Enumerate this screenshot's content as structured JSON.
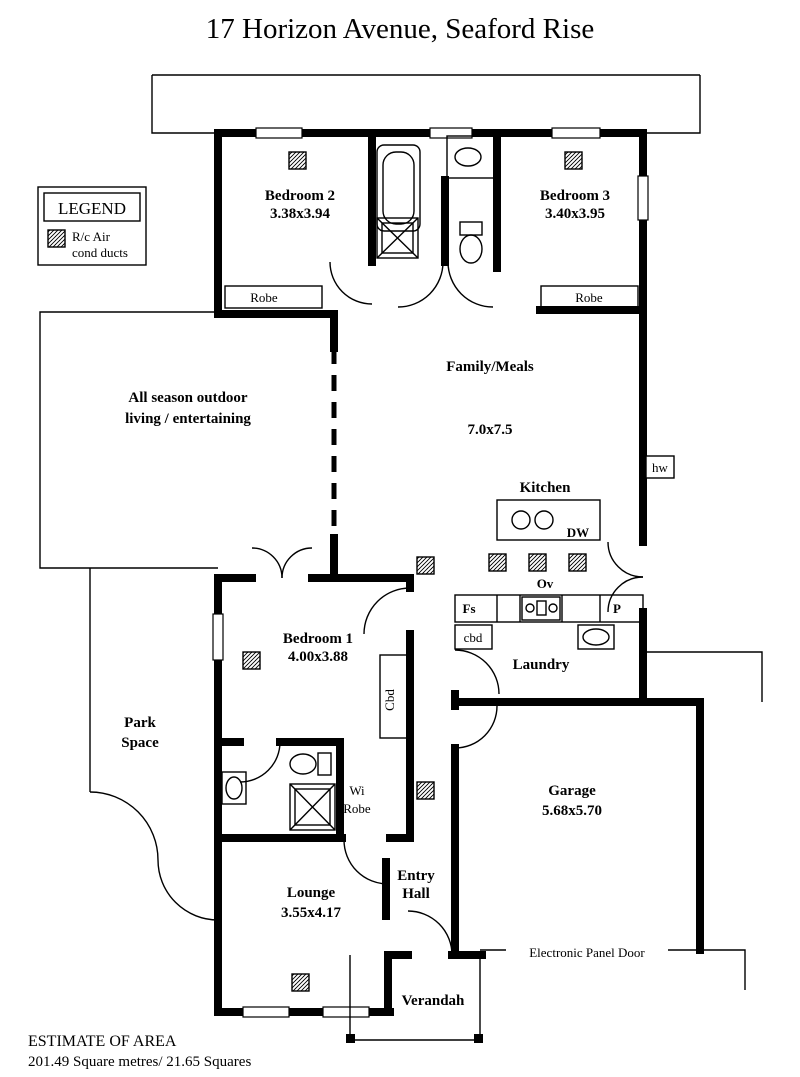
{
  "title": "17 Horizon Avenue,  Seaford Rise",
  "legend": {
    "title": "LEGEND",
    "line1": "R/c Air",
    "line2": "cond ducts"
  },
  "rooms": {
    "bedroom2_name": "Bedroom 2",
    "bedroom2_dims": "3.38x3.94",
    "bedroom3_name": "Bedroom 3",
    "bedroom3_dims": "3.40x3.95",
    "family_name": "Family/Meals",
    "family_dims": "7.0x7.5",
    "kitchen_name": "Kitchen",
    "laundry_name": "Laundry",
    "bedroom1_name": "Bedroom 1",
    "bedroom1_dims": "4.00x3.88",
    "garage_name": "Garage",
    "garage_dims": "5.68x5.70",
    "lounge_name": "Lounge",
    "lounge_dims": "3.55x4.17",
    "entry_line1": "Entry",
    "entry_line2": "Hall",
    "verandah_name": "Verandah",
    "outdoor_line1": "All season outdoor",
    "outdoor_line2": "living / entertaining",
    "park_line1": "Park",
    "park_line2": "Space"
  },
  "fixtures": {
    "robe_bed2": "Robe",
    "robe_bed3": "Robe",
    "wi_line1": "Wi",
    "wi_line2": "Robe",
    "cbd_bedroom": "Cbd",
    "cbd_kitchen": "cbd",
    "dishwasher": "DW",
    "oven": "Ov",
    "fridge": "Fs",
    "pantry": "P",
    "hot_water": "hw"
  },
  "annotations": {
    "garage_door": "Electronic Panel Door"
  },
  "footer": {
    "line1": "ESTIMATE OF AREA",
    "line2": "201.49 Square metres/  21.65 Squares"
  },
  "colors": {
    "wall": "#000000",
    "background": "#ffffff",
    "line": "#000000"
  }
}
